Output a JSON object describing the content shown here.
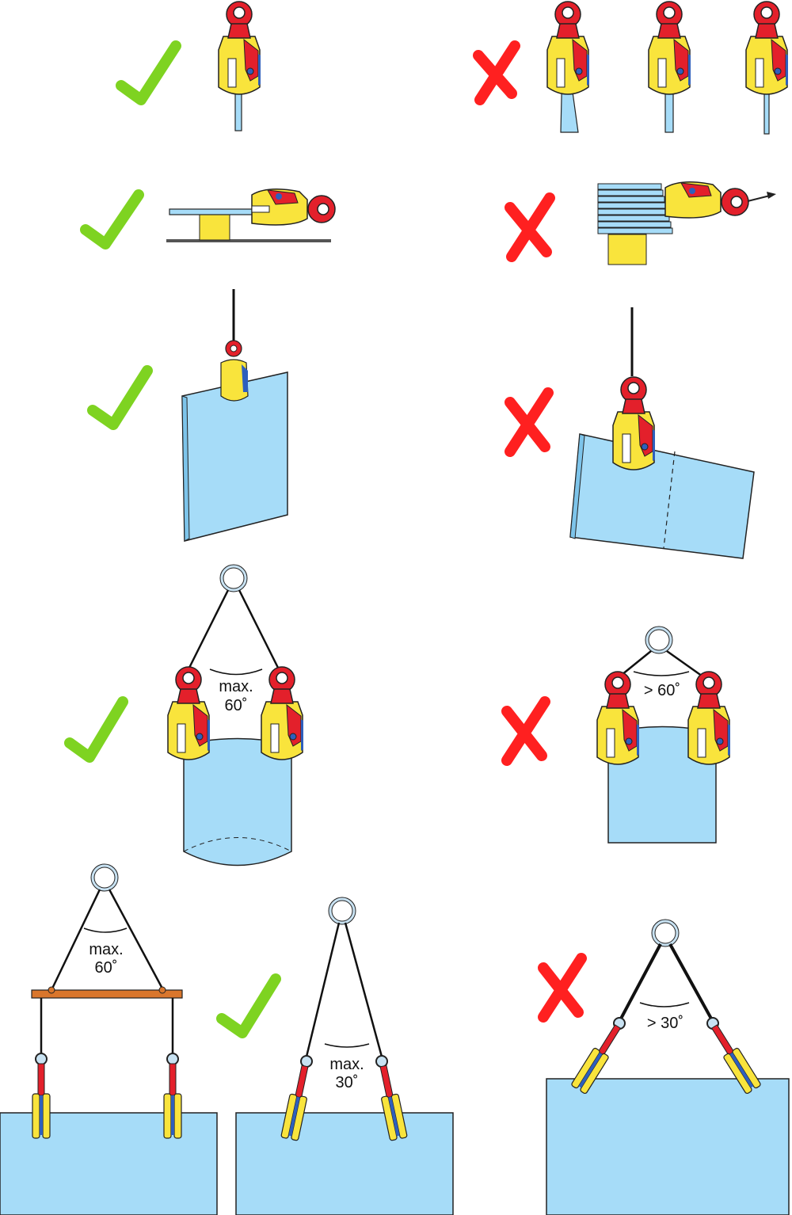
{
  "colors": {
    "ok_mark": "#7ed321",
    "bad_mark": "#ff2020",
    "clamp_body": "#f9e43c",
    "clamp_eye": "#e3202b",
    "clamp_jaw": "#2e5fbd",
    "load": "#a6dcf8",
    "beam": "#d9762c",
    "ring": "#c8e2f2"
  },
  "icons": {
    "ok": "check-mark-icon",
    "bad": "cross-mark-icon"
  },
  "labels": {
    "row4_ok_line1": "max.",
    "row4_ok_line2": "60˚",
    "row4_bad": "> 60˚",
    "row5_beam_line1": "max.",
    "row5_beam_line2": "60˚",
    "row5_ok_line1": "max.",
    "row5_ok_line2": "30˚",
    "row5_bad": "> 30˚"
  }
}
